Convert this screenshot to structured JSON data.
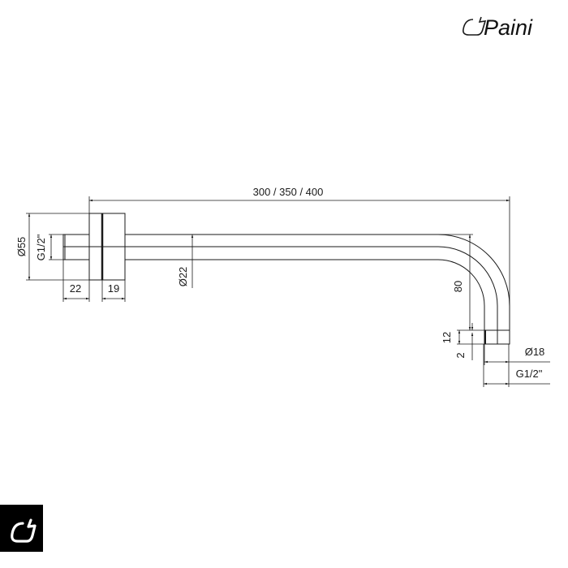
{
  "brand": {
    "name": "Paini",
    "logo_color": "#111111",
    "badge_background": "#000000",
    "badge_foreground": "#ffffff"
  },
  "drawing": {
    "dimensions": {
      "length": "300 / 350 / 400",
      "flange_diameter": "Ø55",
      "wall_thread": "G1/2\"",
      "wall_thread_length": "22",
      "flange_depth": "19",
      "pipe_diameter": "Ø22",
      "drop_height": "80",
      "outlet_height": "12",
      "outlet_offset": "2",
      "outlet_diameter": "Ø18",
      "outlet_thread": "G1/2\""
    }
  }
}
